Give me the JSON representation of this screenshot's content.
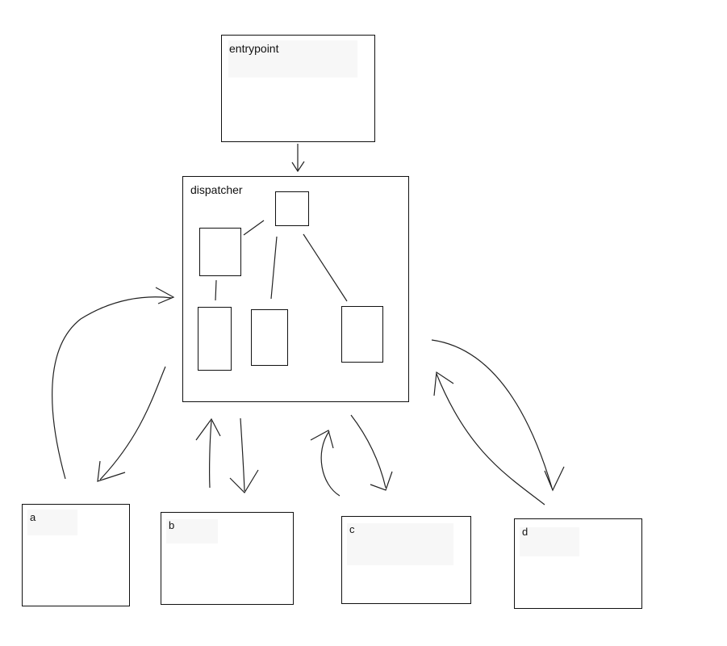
{
  "diagram": {
    "entrypoint": {
      "label": "entrypoint"
    },
    "dispatcher": {
      "label": "dispatcher"
    },
    "targets": [
      {
        "label": "a"
      },
      {
        "label": "b"
      },
      {
        "label": "c"
      },
      {
        "label": "d"
      }
    ]
  }
}
